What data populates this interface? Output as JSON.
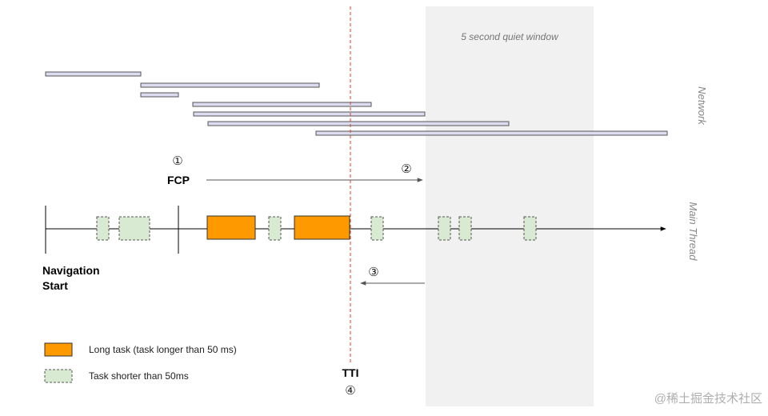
{
  "window": {
    "label": "5 second quiet window",
    "color": "#f1f1f1"
  },
  "labels": {
    "network": "Network",
    "main_thread": "Main Thread",
    "navigation_start": "Navigation Start",
    "fcp": "FCP",
    "tti": "TTI",
    "step1": "①",
    "step2": "②",
    "step3": "③",
    "step4": "④"
  },
  "legend": {
    "long_task": "Long task (task longer than 50 ms)",
    "short_task": "Task shorter than 50ms"
  },
  "colors": {
    "network_bar_fill": "#dcdcf0",
    "network_bar_stroke": "#555555",
    "long_task_fill": "#ff9900",
    "short_task_fill": "#d9ead3",
    "tti_line": "#e53935",
    "axis": "#000000",
    "arrow": "#555555"
  },
  "watermark": "@稀土掘金技术社区"
}
